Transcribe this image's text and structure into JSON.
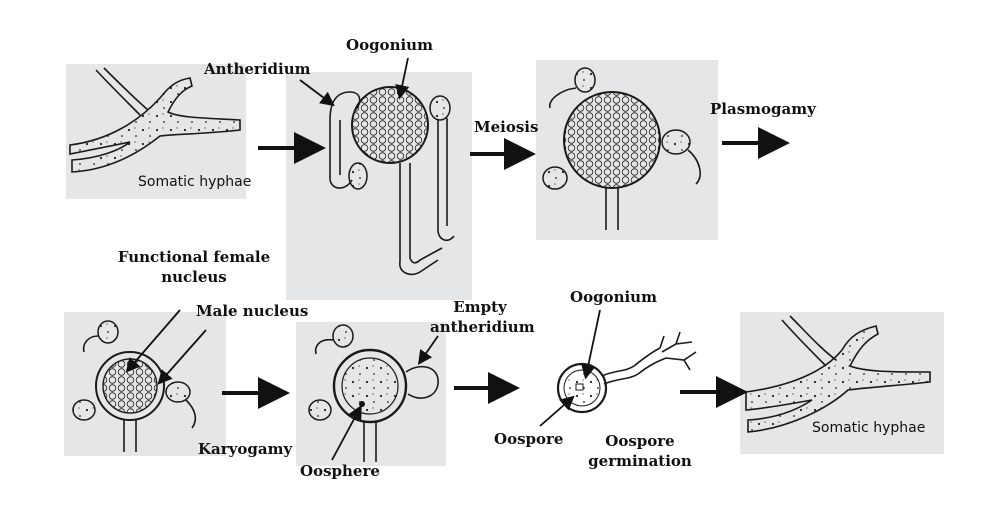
{
  "labels": {
    "oogonium_top": "Oogonium",
    "antheridium": "Antheridium",
    "meiosis": "Meiosis",
    "plasmogamy": "Plasmogamy",
    "somatic_hyphae_1": "Somatic hyphae",
    "functional_female_nucleus_1": "Functional female",
    "functional_female_nucleus_2": "nucleus",
    "male_nucleus": "Male nucleus",
    "empty_antheridium_1": "Empty",
    "empty_antheridium_2": "antheridium",
    "oogonium_bottom": "Oogonium",
    "karyogamy": "Karyogamy",
    "oosphere": "Oosphere",
    "oospore": "Oospore",
    "oospore_germination_1": "Oospore",
    "oospore_germination_2": "germination",
    "somatic_hyphae_2": "Somatic hyphae"
  },
  "colors": {
    "ink": "#111111",
    "paper": "#e4e6e7",
    "stroke": "#1a1a1a"
  },
  "icons": [
    "arrow-right-icon",
    "pointer-arrow-icon",
    "hyphae-sketch-icon",
    "oogonium-sketch-icon"
  ]
}
